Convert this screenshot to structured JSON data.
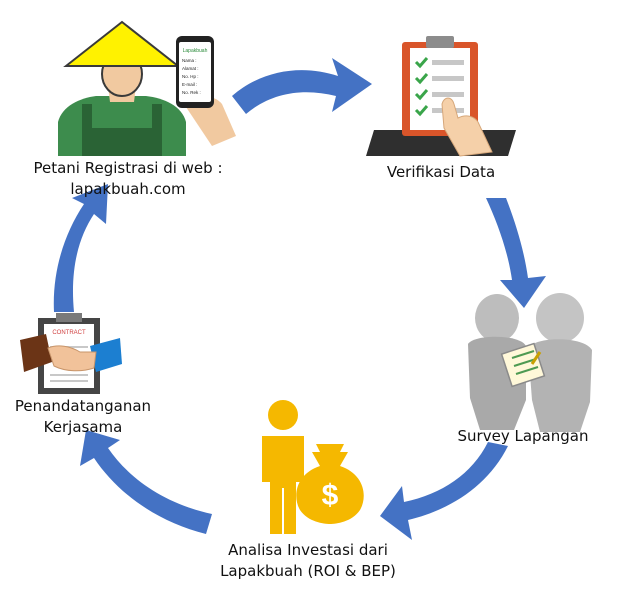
{
  "colors": {
    "arrow": "#4472c4",
    "gold": "#f5b800",
    "skin": "#f1c9a0",
    "shirt": "#3d8c4d",
    "dark": "#3a3a3a"
  },
  "steps": [
    {
      "id": "register",
      "lines": [
        "Petani Registrasi di web :",
        "lapakbuah.com"
      ],
      "icon": "farmer-phone-icon"
    },
    {
      "id": "verify",
      "lines": [
        "Verifikasi Data"
      ],
      "icon": "clipboard-checklist-icon"
    },
    {
      "id": "survey",
      "lines": [
        "Survey Lapangan"
      ],
      "icon": "survey-people-icon"
    },
    {
      "id": "analysis",
      "lines": [
        "Analisa Investasi dari",
        "Lapakbuah (ROI & BEP)"
      ],
      "icon": "investor-money-bag-icon"
    },
    {
      "id": "contract",
      "lines": [
        "Penandatanganan",
        "Kerjasama"
      ],
      "icon": "contract-handshake-icon"
    }
  ],
  "phone_form": {
    "brand": "Lapakbuah",
    "fields": [
      "Nama :",
      "Alamat :",
      "No. Hp :",
      "E-mail :",
      "No. Rek :"
    ]
  },
  "contract_heading": "CONTRACT",
  "currency_symbol": "$"
}
